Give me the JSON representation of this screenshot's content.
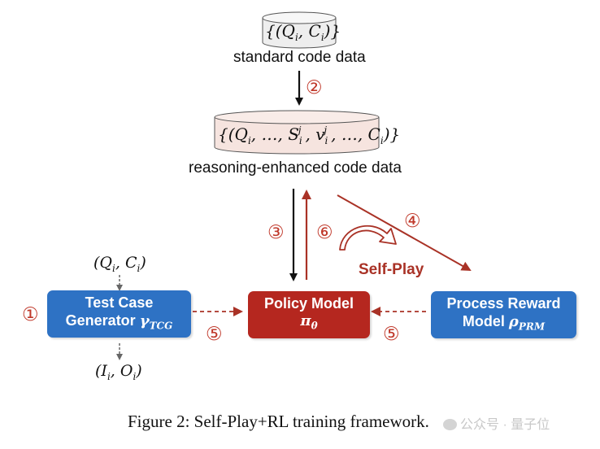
{
  "nodes": {
    "top_db_label": "{(Q_i, C_i)}",
    "top_db_caption": "standard code data",
    "mid_db_label": "{(Q_i, …, S_i^j, v_i^j, …, C_i)}",
    "mid_db_caption": "reasoning-enhanced code data",
    "test_gen": {
      "line1": "Test Case",
      "line2": "Generator",
      "symbol": "γ_TCG"
    },
    "policy": {
      "line1": "Policy Model",
      "symbol": "π_θ"
    },
    "prm": {
      "line1": "Process Reward",
      "line2": "Model",
      "symbol": "ρ_PRM"
    },
    "input_label": "(Q_i, C_i)",
    "output_label": "(I_i, O_i)",
    "self_play": "Self-Play"
  },
  "steps": {
    "s1": "①",
    "s2": "②",
    "s3": "③",
    "s4": "④",
    "s5_left": "⑤",
    "s5_right": "⑤",
    "s6": "⑥"
  },
  "caption": "Figure 2: Self-Play+RL training framework.",
  "watermark": "公众号 · 量子位",
  "colors": {
    "blue_box": "#2e72c4",
    "red_box": "#b5271f",
    "arrow_red": "#a93226",
    "arrow_black": "#111111",
    "db_top_fill": "#eeeeee",
    "db_mid_fill": "#f6e4df"
  }
}
